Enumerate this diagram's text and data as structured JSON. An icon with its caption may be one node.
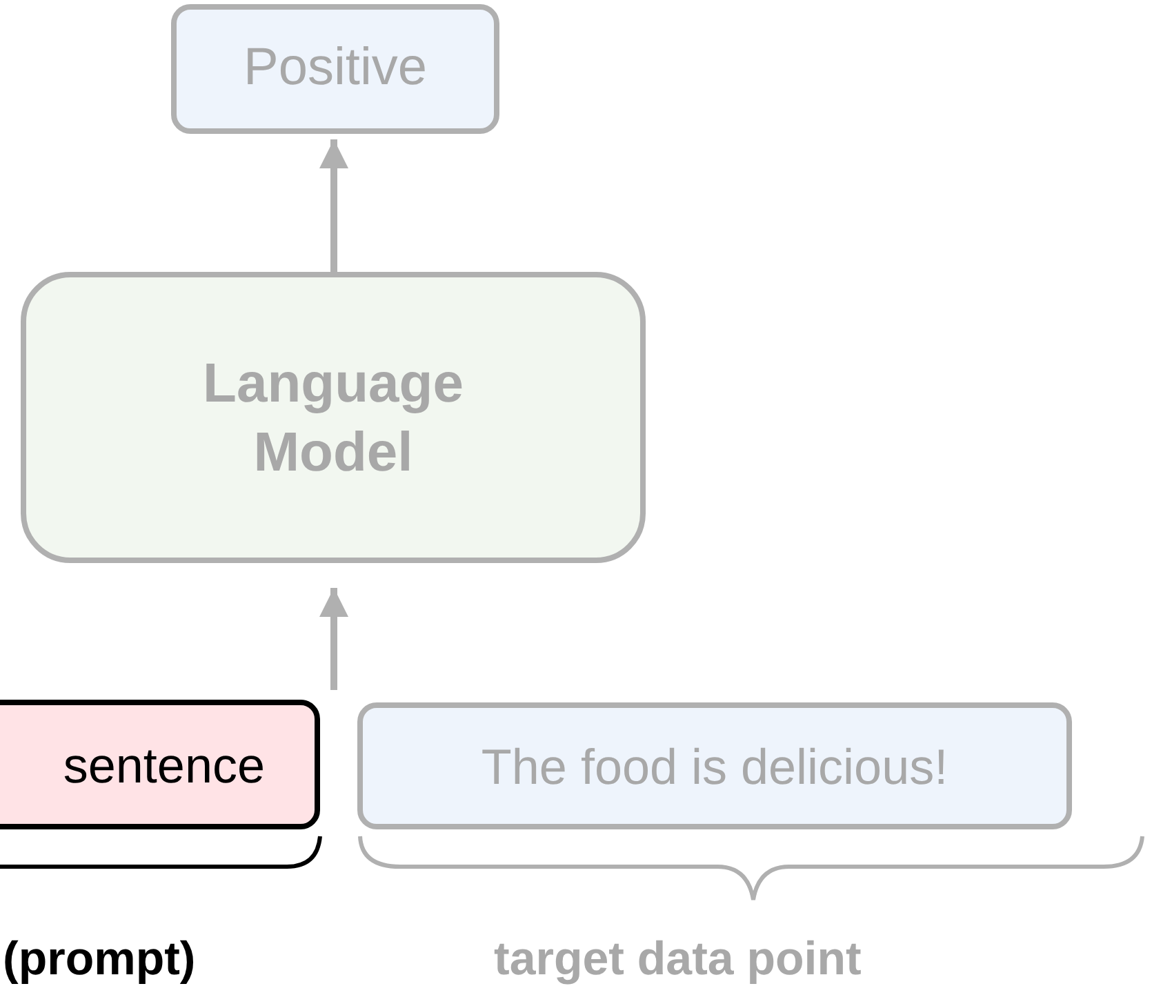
{
  "diagram": {
    "nodes": [
      {
        "text": [
          "Positive"
        ]
      },
      {
        "text": [
          "Language Model"
        ]
      },
      {
        "text": [
          "sentence"
        ]
      },
      {
        "text": [
          "The food is delicious!"
        ]
      }
    ],
    "edges": [
      {
        "from": 1,
        "to": 0,
        "arrow": "to"
      },
      {
        "from": null,
        "to": 1,
        "arrow": "to"
      }
    ],
    "labels": [
      "(prompt)",
      "target data point"
    ]
  }
}
